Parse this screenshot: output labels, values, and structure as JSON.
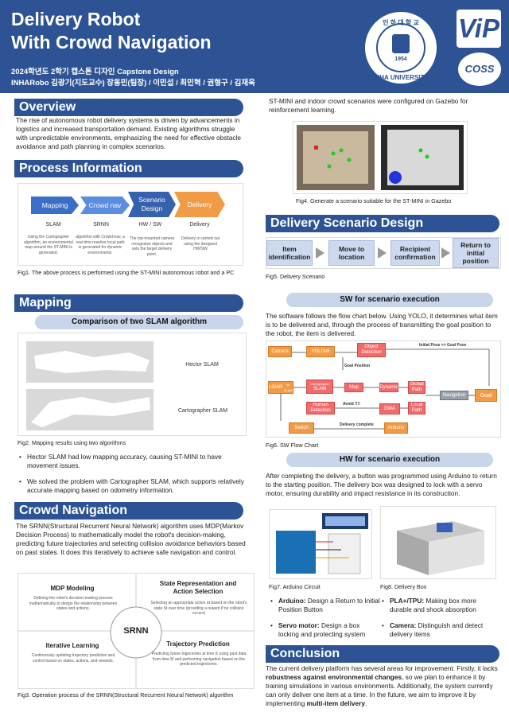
{
  "header": {
    "title_line1": "Delivery Robot",
    "title_line2": "With Crowd Navigation",
    "subtitle": "2024학년도 2학기 캡스톤 디자인 Capstone Design",
    "authors": "INHARobo 김광기(지도교수) 장동민(팀장) / 이민섭 / 최민혁 / 권형구 / 김재욱",
    "seal_top": "인 하 대 학 교",
    "seal_year": "1954",
    "seal_bottom": "INHA UNIVERSITY",
    "logo_vip": "ViP",
    "logo_coss": "COSS"
  },
  "overview": {
    "heading": "Overview",
    "text": "The rise of autonomous robot delivery systems is driven by advancements in logistics and increased transportation demand. Existing algorithms struggle with unpredictable environments, emphasizing the need for effective obstacle avoidance and path planning in complex scenarios."
  },
  "process": {
    "heading": "Process Information",
    "steps": [
      "Mapping",
      "Crowd nav",
      "Scenario Design",
      "Delivery"
    ],
    "labels": [
      "SLAM",
      "SRNN",
      "HW / SW",
      "Delivery"
    ],
    "descs": [
      "Using the Cartographer algorithm, an environmental map around the ST-MINI is generated.",
      "algorithm with Crowd-nav, a real-time reactive local path is generated for dynamic environments.",
      "The top-mounted camera recognizes objects and sets the target delivery point.",
      "Delivery is carried out using the designed HW/SW"
    ],
    "caption": "Fig1. The above process is performed using the ST-MINI autonomous robot and a PC"
  },
  "mapping": {
    "heading": "Mapping",
    "pill": "Comparison of two SLAM algorithm",
    "label1": "Hector SLAM",
    "label2": "Cartographer SLAM",
    "caption": "Fig2. Mapping results using two algorithms",
    "bullet1": "Hector SLAM had low mapping accuracy, causing ST-MINI to have movement issues.",
    "bullet2": "We solved the problem with Cartographer SLAM, which supports relatively accurate mapping based on odometry information."
  },
  "crowd": {
    "heading": "Crowd Navigation",
    "text": "The SRNN(Structural Recurrent Neural Network) algorithm uses MDP(Markov Decision Process) to mathematically model the robot's decision-making, predicting future trajectories and selecting collision avoidance behaviors based on past states. It does this iteratively to achieve safe navigation and control.",
    "center": "SRNN",
    "q1_title": "MDP Modeling",
    "q1_text": "Defining the robot's decision-making process mathematically to design the relationship between states and actions.",
    "q2_title": "State Representation and Action Selection",
    "q2_text": "Selecting an appropriate action at based on the robot's state St  over time (providing a reward if no collision occurs)",
    "q3_title": "Iterative Learning",
    "q3_text": "Continuously updating trajectory prediction and control based on states, actions, and rewards.",
    "q4_title": "Trajectory Prediction",
    "q4_text": "Predicting future trajectories at time K using past data from time M and performing navigation based on the predicted trajectories.",
    "caption": "Fig3. Operation process of the SRNN(Structural Recurrent Neural Network) algorithm"
  },
  "gazebo": {
    "text": "ST-MINI and indoor crowd scenarios were configured on Gazebo for reinforcement learning.",
    "caption": "Fig4. Generate a scenario suitable for the ST-MINI in Gazebo"
  },
  "scenario": {
    "heading": "Delivery Scenario Design",
    "steps": [
      "Item identification",
      "Move to location",
      "Recipient confirmation",
      "Return to initial position"
    ],
    "caption": "Fig5. Delivery Scenario"
  },
  "sw": {
    "pill": "SW for scenario execution",
    "text": "The software follows the flow chart below. Using YOLO, it determines what item is to be delivered and, through the process of transmitting the goal position to the robot, the item is delivered.",
    "nodes": {
      "camera": "Camera",
      "yolo": "YOLOv8",
      "objdet": "Object Detection",
      "goalpos": "Goal Position",
      "initpose": "Initial Pose => Goal Pose",
      "lidar": "LiDAR",
      "lidar_sub": "for SLAM",
      "slam": "SLAM",
      "slam_sub": "Cartographer",
      "map": "Map",
      "dynamic": "Dynamic",
      "global": "Global Path",
      "navigation": "Navigation",
      "goal": "Goal",
      "human": "Human Detection",
      "avoid": "Avoid !!!!",
      "dwa": "DWA",
      "local": "Local Path",
      "delivery": "Delivery complete",
      "switch": "Switch",
      "arduino": "Arduino"
    },
    "caption": "Fig6. SW Flow Chart"
  },
  "hw": {
    "pill": "HW for scenario execution",
    "text": "After completing the delivery, a button was programmed using Arduino to return to the starting position. The delivery box was designed to lock with a servo motor, ensuring durability and impact resistance in its construction.",
    "cap7": "Fig7. Arduino Circuit",
    "cap8": "Fig8. Delivery Box",
    "b1_key": "Arduino:",
    "b1_val": " Design a Return to Initial Position Button",
    "b2_key": "Servo motor:",
    "b2_val": " Design a box locking and protecting system",
    "b3_key": "PLA+/TPU:",
    "b3_val": " Making box more durable and shock absorption",
    "b4_key": "Camera:",
    "b4_val": " Distinguish and detect delivery items"
  },
  "conclusion": {
    "heading": "Conclusion",
    "t1": "The current delivery platform has several areas for improvement. Firstly, it lacks ",
    "b1": "robustness against environmental changes",
    "t2": ", so we plan to enhance it by training simulations in various environments. Additionally, the system currently can only deliver one item at a time. In the future, we aim to improve it by implementing ",
    "b2": "multi-item delivery",
    "t3": "."
  },
  "colors": {
    "primary": "#2d5395",
    "accent": "#f29b46",
    "pill": "#c9d5ea"
  }
}
